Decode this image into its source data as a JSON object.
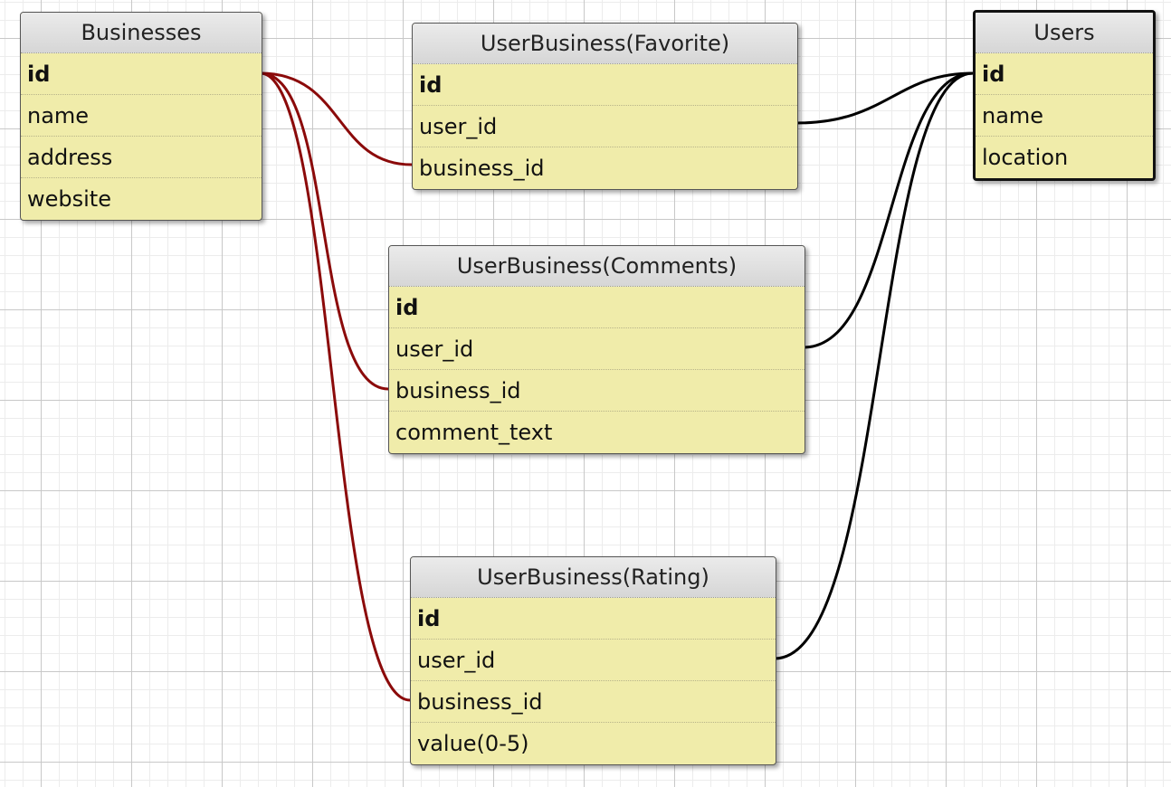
{
  "tables": {
    "businesses": {
      "title": "Businesses",
      "fields": [
        "id",
        "name",
        "address",
        "website"
      ]
    },
    "favorite": {
      "title": "UserBusiness(Favorite)",
      "fields": [
        "id",
        "user_id",
        "business_id"
      ]
    },
    "comments": {
      "title": "UserBusiness(Comments)",
      "fields": [
        "id",
        "user_id",
        "business_id",
        "comment_text"
      ]
    },
    "rating": {
      "title": "UserBusiness(Rating)",
      "fields": [
        "id",
        "user_id",
        "business_id",
        "value(0-5)"
      ]
    },
    "users": {
      "title": "Users",
      "fields": [
        "id",
        "name",
        "location"
      ]
    }
  },
  "colors": {
    "business_relation": "#8b0a0a",
    "user_relation": "#000000",
    "table_fill": "#f0ecaa",
    "header_fill": "#dcdcdc"
  }
}
